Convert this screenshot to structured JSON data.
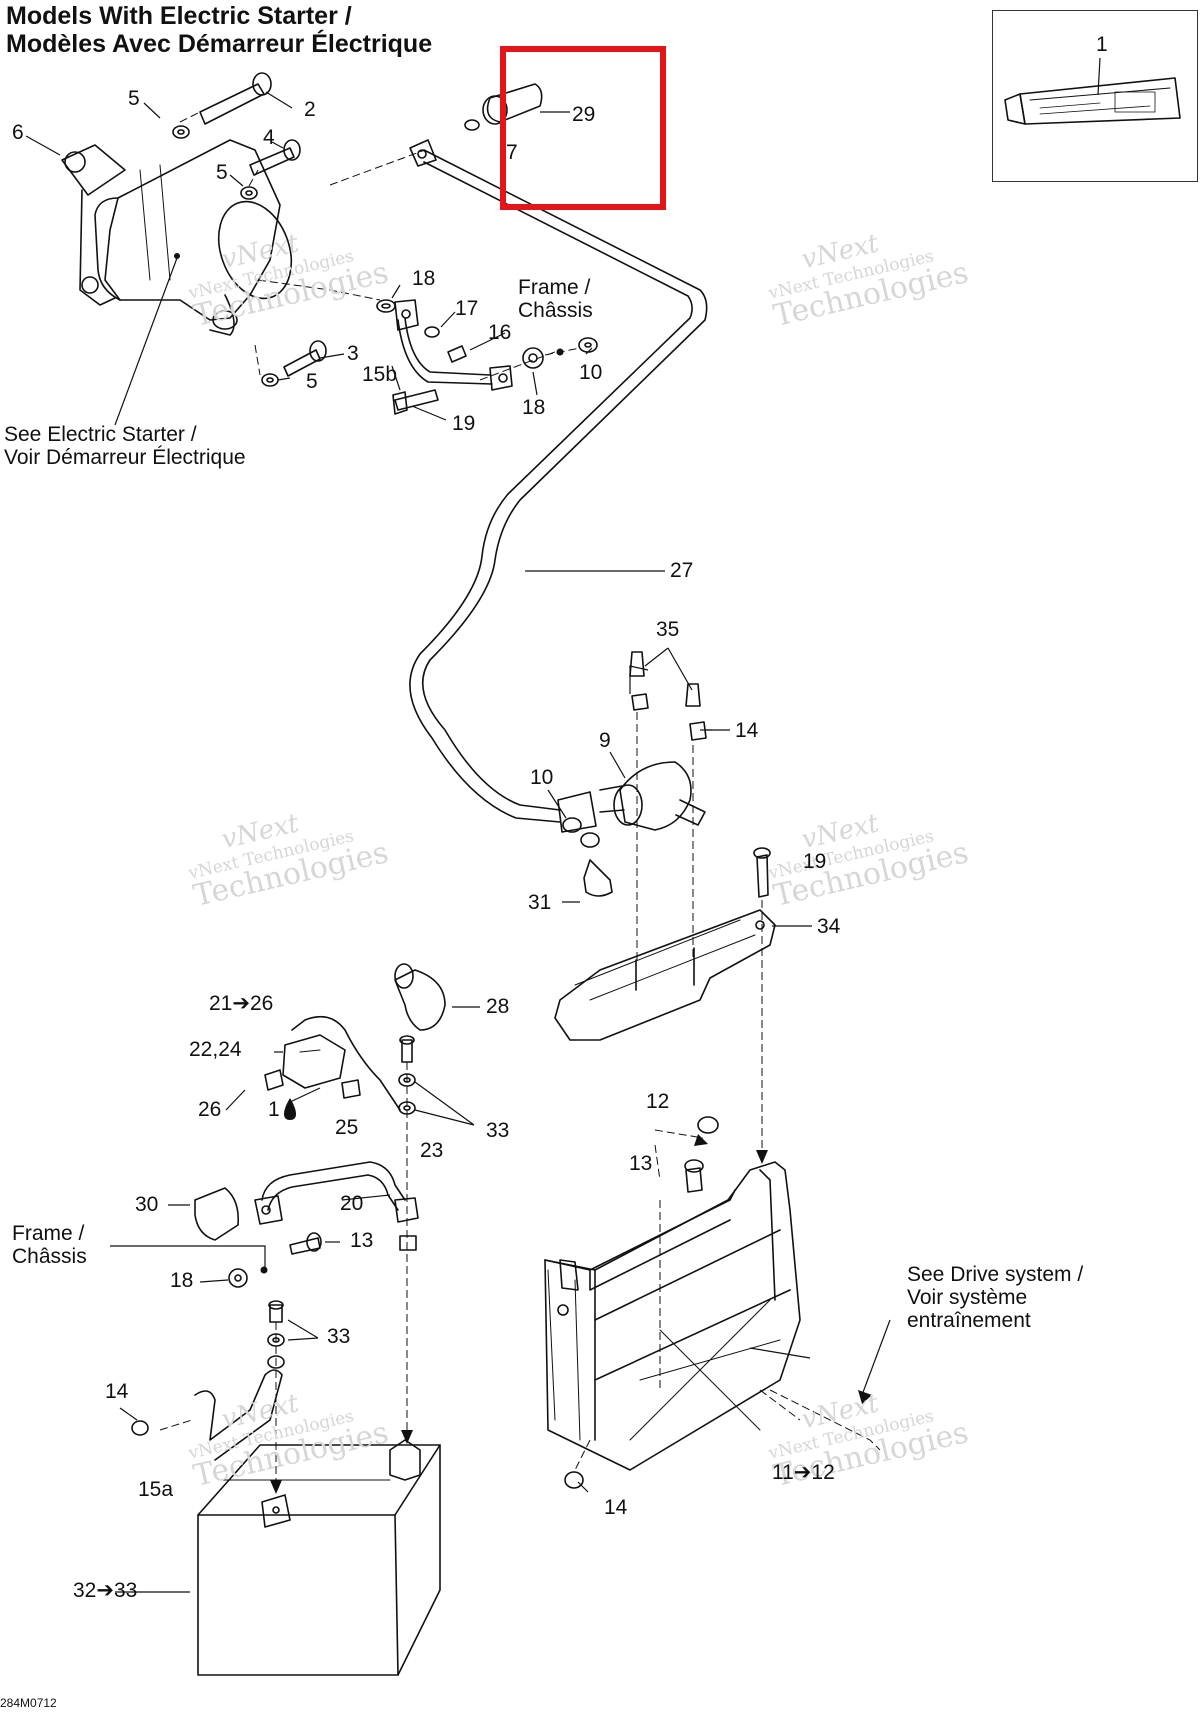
{
  "title_line1": "Models With Electric Starter /",
  "title_line2": "Modèles Avec Démarreur Électrique",
  "notes": {
    "frame_top_1": "Frame /",
    "frame_top_2": "Châssis",
    "see_starter_1": "See Electric Starter /",
    "see_starter_2": "Voir Démarreur Électrique",
    "frame_bottom_1": "Frame /",
    "frame_bottom_2": "Châssis",
    "see_drive_1": "See Drive system /",
    "see_drive_2": "Voir système",
    "see_drive_3": "entraînement"
  },
  "callouts": {
    "c1": "1",
    "c29": "29",
    "c7": "7",
    "c5a": "5",
    "c2": "2",
    "c6": "6",
    "c4": "4",
    "c5b": "5",
    "c18a": "18",
    "c17": "17",
    "c16": "16",
    "c3": "3",
    "c15b": "15b",
    "c5c": "5",
    "c19a": "19",
    "c10a": "10",
    "c18b": "18",
    "c27": "27",
    "c35": "35",
    "c14a": "14",
    "c9": "9",
    "c10b": "10",
    "c19b": "19",
    "c31": "31",
    "c34": "34",
    "c21_26": "21➔26",
    "c28": "28",
    "c22_24": "22,24",
    "c26": "26",
    "c1b": "1",
    "c25": "25",
    "c23": "23",
    "c33a": "33",
    "c12": "12",
    "c13a": "13",
    "c30": "30",
    "c20": "20",
    "c13b": "13",
    "c18c": "18",
    "c33b": "33",
    "c14b": "14",
    "c15a": "15a",
    "c11_12": "11➔12",
    "c14c": "14",
    "c32_33": "32➔33"
  },
  "watermark": {
    "line1": "vNext",
    "line2": "vNext Technologies",
    "line3": "Technologies"
  },
  "diagram_code": "284M0712",
  "highlight_color": "#e4141b"
}
